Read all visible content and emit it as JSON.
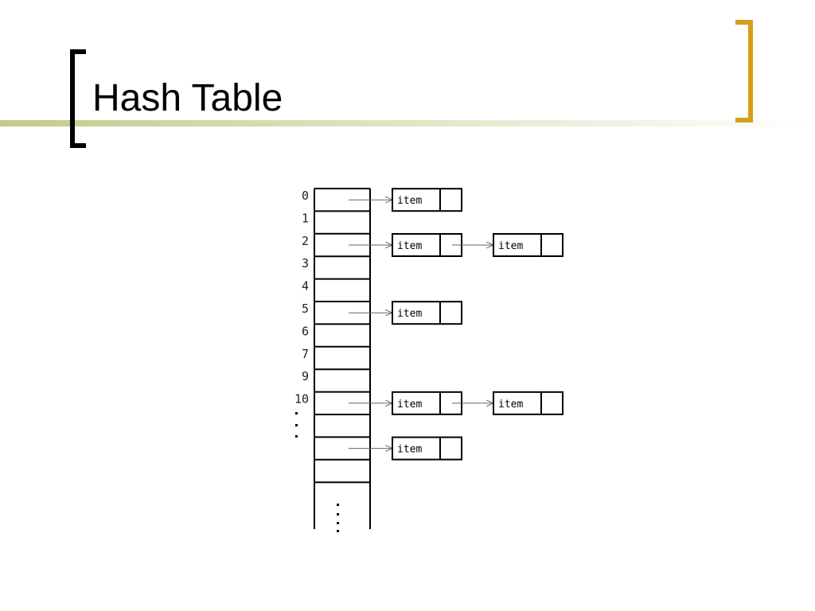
{
  "slide": {
    "title": "Hash Table"
  },
  "theme": {
    "title_gradient": [
      "#c5c98a",
      "#ffffff"
    ],
    "left_bracket_color": "#000000",
    "right_bracket_color": "#d4a017"
  },
  "diagram": {
    "index_labels": [
      "0",
      "1",
      "2",
      "3",
      "4",
      "5",
      "6",
      "7",
      "9",
      "10"
    ],
    "buckets": [
      {
        "row": 0,
        "chain": [
          "item"
        ]
      },
      {
        "row": 2,
        "chain": [
          "item",
          "item"
        ]
      },
      {
        "row": 5,
        "chain": [
          "item"
        ]
      },
      {
        "row": 9,
        "chain": [
          "item",
          "item"
        ]
      },
      {
        "row": 11,
        "chain": [
          "item"
        ]
      }
    ]
  }
}
